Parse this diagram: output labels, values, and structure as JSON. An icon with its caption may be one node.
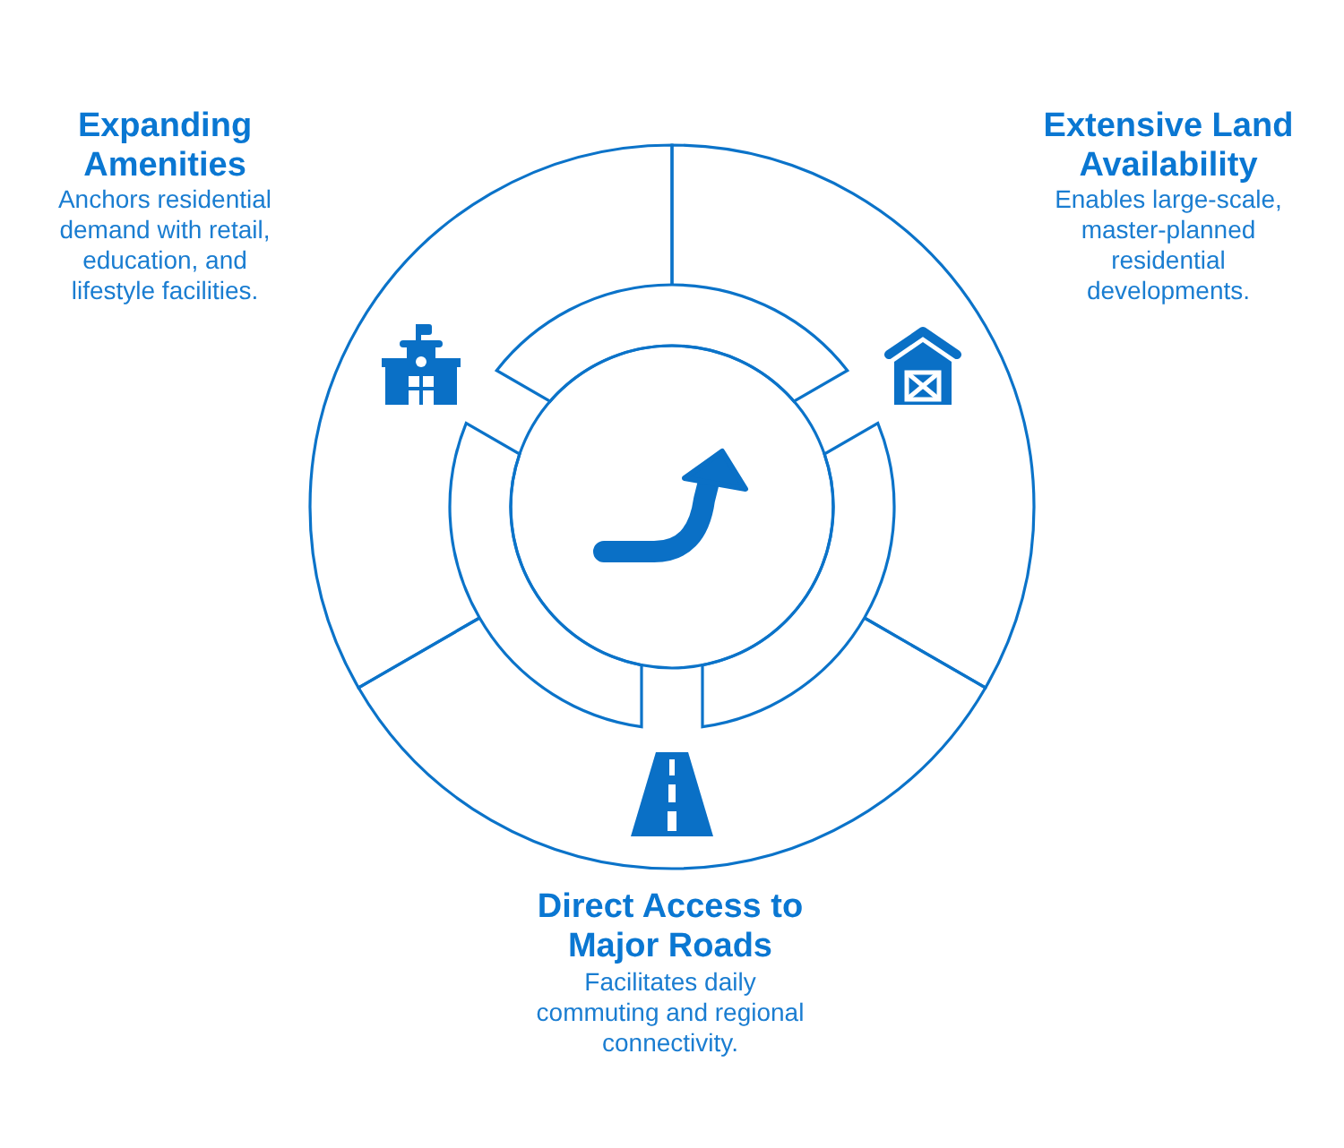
{
  "diagram": {
    "nodes": [
      {
        "text": [
          "Expanding Amenities",
          "Anchors residential demand with retail, education, and lifestyle facilities."
        ]
      },
      {
        "text": [
          "Extensive Land Availability",
          "Enables large-scale, master-planned residential developments."
        ]
      },
      {
        "text": [
          "Direct Access to Major Roads",
          "Facilitates daily commuting and regional connectivity."
        ]
      },
      {
        "text": [],
        "shape": "arc"
      },
      {
        "text": [],
        "shape": "arc"
      },
      {
        "text": [],
        "shape": "arc"
      },
      {
        "text": [],
        "shape": "circle"
      }
    ]
  }
}
